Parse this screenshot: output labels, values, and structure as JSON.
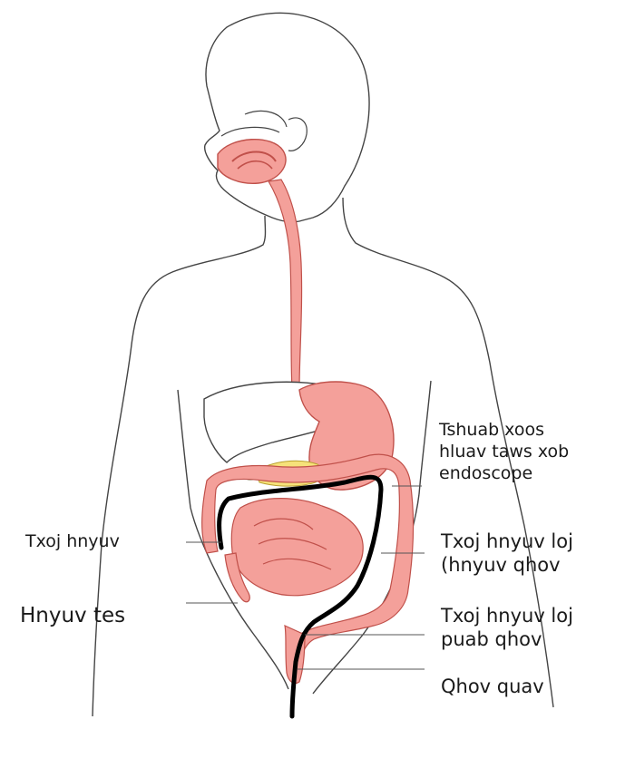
{
  "labels": {
    "endoscope": {
      "lines": [
        "Tshuab xoos",
        "hluav taws xob",
        "endoscope"
      ]
    },
    "small_intestine": {
      "text": "Txoj hnyuv"
    },
    "appendix": {
      "text": "Hnyuv tes"
    },
    "colon": {
      "lines": [
        "Txoj hnyuv loj",
        "(hnyuv qhov"
      ]
    },
    "rectum": {
      "lines": [
        "Txoj hnyuv loj",
        "puab qhov"
      ]
    },
    "anus": {
      "text": "Qhov quav"
    }
  },
  "colors": {
    "organ_fill": "#f4a09a",
    "organ_stroke": "#c0504a",
    "outline": "#444444",
    "scope": "#000000",
    "liver_fill": "#ffffff",
    "gallbladder": "#8bc34a",
    "pancreas": "#f6e27a",
    "leader": "#555555"
  }
}
